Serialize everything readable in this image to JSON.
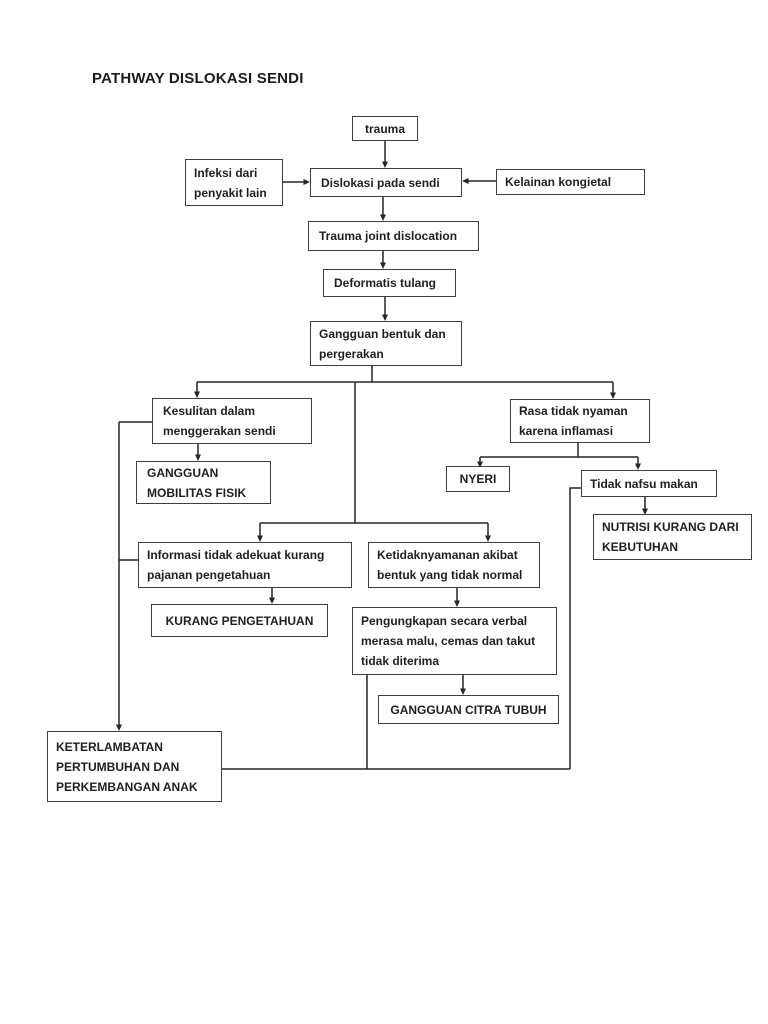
{
  "title": "PATHWAY DISLOKASI SENDI",
  "colors": {
    "ink": "#262626",
    "box_border": "#3e3e3e",
    "background": "#ffffff"
  },
  "nodes": {
    "trauma": "trauma",
    "infeksi": "Infeksi dari penyakit lain",
    "dislokasi": "Dislokasi pada sendi",
    "kelainan": "Kelainan kongietal",
    "trauma_joint": "Trauma joint dislocation",
    "deformatis": "Deformatis tulang",
    "gangguan_bentuk": "Gangguan bentuk dan pergerakan",
    "kesulitan": "Kesulitan dalam menggerakan sendi",
    "mobilitas": "GANGGUAN MOBILITAS FISIK",
    "rasa": "Rasa tidak nyaman karena inflamasi",
    "nyeri": "NYERI",
    "tidak_nafsu": "Tidak nafsu makan",
    "nutrisi": "NUTRISI KURANG DARI KEBUTUHAN",
    "informasi": "Informasi tidak adekuat kurang pajanan pengetahuan",
    "kurang_pengetahuan": "KURANG PENGETAHUAN",
    "ketidaknyamanan": "Ketidaknyamanan akibat bentuk yang tidak normal",
    "pengungkapan": "Pengungkapan secara verbal merasa malu, cemas dan takut tidak diterima",
    "citra_tubuh": "GANGGUAN CITRA TUBUH",
    "keterlambatan": "KETERLAMBATAN PERTUMBUHAN DAN PERKEMBANGAN ANAK"
  }
}
